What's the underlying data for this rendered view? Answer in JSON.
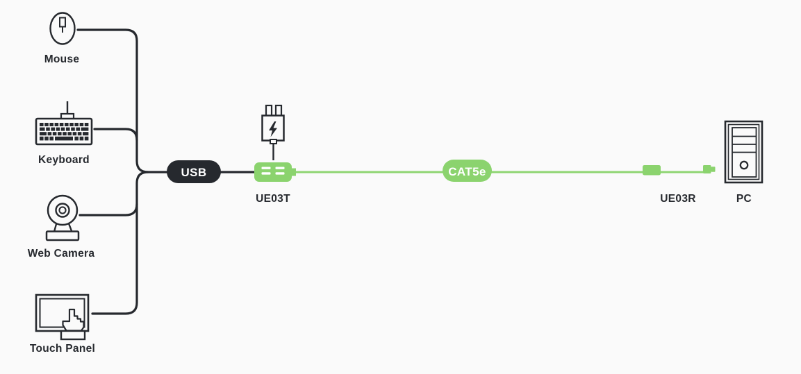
{
  "diagram": {
    "description": "USB extender over CAT5e connection diagram",
    "colors": {
      "background": "#FAFAFA",
      "dark": "#26292E",
      "green": "#8BD36E",
      "green_line": "#8FD572",
      "white": "#FFFFFF"
    },
    "peripherals": [
      {
        "label": "Mouse"
      },
      {
        "label": "Keyboard"
      },
      {
        "label": "Web Camera"
      },
      {
        "label": "Touch Panel"
      }
    ],
    "badges": {
      "usb": "USB",
      "cable": "CAT5e"
    },
    "devices": {
      "transmitter": "UE03T",
      "receiver": "UE03R",
      "computer": "PC"
    }
  }
}
